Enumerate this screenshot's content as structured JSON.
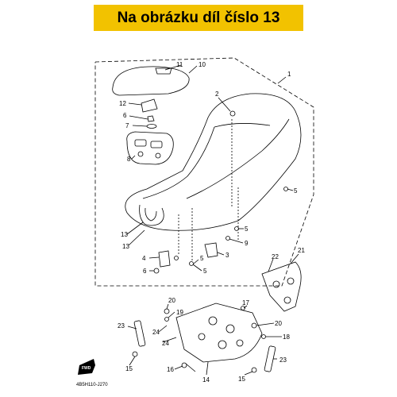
{
  "banner": {
    "title": "Na obrázku díl číslo 13"
  },
  "diagram": {
    "reference_code": "4B5H110-J270",
    "fwd_label": "FWD",
    "callouts": {
      "p1": "1",
      "p2": "2",
      "p4": "4",
      "p5a": "5",
      "p5b": "5",
      "p5c": "5",
      "p5d": "5",
      "p6a": "6",
      "p6b": "6",
      "p7": "7",
      "p8": "8",
      "p9": "9",
      "p10": "10",
      "p11": "11",
      "p12": "12",
      "p13a": "13",
      "p13b": "13",
      "p14": "14",
      "p15a": "15",
      "p15b": "15",
      "p16": "16",
      "p17": "17",
      "p18": "18",
      "p19": "19",
      "p20a": "20",
      "p20b": "20",
      "p21": "21",
      "p22": "22",
      "p23a": "23",
      "p23b": "23",
      "p24a": "24",
      "p24b": "24",
      "p3": "3"
    }
  },
  "colors": {
    "banner": "#f2c200",
    "line": "#000000"
  }
}
